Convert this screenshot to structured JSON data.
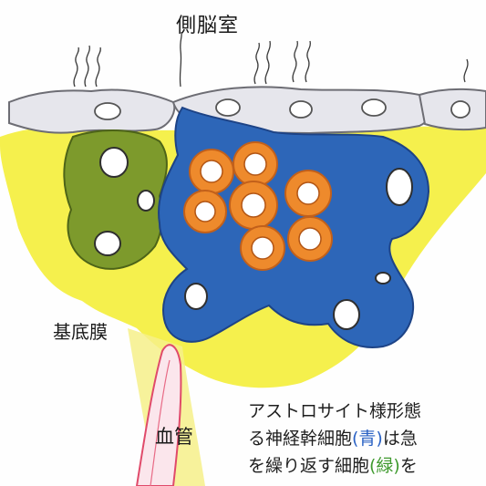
{
  "labels": {
    "lateral_ventricle": "側脳室",
    "basement_membrane": "基底膜",
    "blood_vessel": "血管"
  },
  "caption": {
    "line1": "アストロサイト様形態",
    "line2_before": "る神経幹細胞",
    "line2_blue": "(青)",
    "line2_after": "は急",
    "line3_before": "を繰り返す細胞",
    "line3_green": "(緑)",
    "line3_after": "を"
  },
  "colors": {
    "astrocyte_stem_cell": "#2d66b8",
    "transit_amplifying_cell": "#7d9a2c",
    "neuroblast": "#ee8a2c",
    "ependymal_cell": "#e4e4ea",
    "basement_membrane": "#f4ee3a",
    "blood_vessel": "#e04a6a"
  }
}
